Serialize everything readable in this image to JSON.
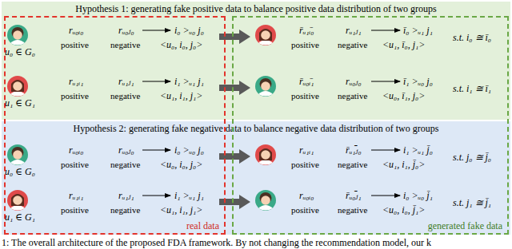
{
  "diagram": {
    "caption": "1: The overall architecture of the proposed FDA framework. By not changing the recommendation model, our k",
    "nodes": [
      {
        "text": [
          "Hypothesis 1: generating fake positive data to balance positive data distribution of two groups"
        ]
      },
      {
        "text": [
          "Hypothesis 2: generating fake negative data to balance negative data distribution of two groups"
        ]
      },
      {
        "text": [
          "real data"
        ]
      },
      {
        "text": [
          "generated fake data"
        ]
      }
    ],
    "labels": [
      "u₀ ∈ G₀",
      "rᵤ₀ᵢ₀",
      "positive",
      "rᵤ₀ⱼ₀",
      "negative",
      "i₀ >ᵤ₀ j₀",
      "<u₀, i₀, j₀>",
      "r̄ᵤ₁ᵢ̄₀",
      "positive",
      "rᵤ₁ⱼ₁",
      "negative",
      "ī₀ >ᵤ₁ j₁",
      "<u₁, ī₀, j₁>",
      "s.t. i₀ ≅ ī₀",
      "u₁ ∈ G₁",
      "rᵤ₁ᵢ₁",
      "positive",
      "rᵤ₁ⱼ₁",
      "negative",
      "i₁ >ᵤ₁ j₁",
      "<u₁, i₁, j₁>",
      "r̄ᵤ₀ᵢ̄₁",
      "positive",
      "rᵤ₀ⱼ₀",
      "negative",
      "ī₁ >ᵤ₀ j₀",
      "<u₀, ī₁, j₀>",
      "s.t. i₁ ≅ ī₁",
      "u₀ ∈ G₀",
      "rᵤ₀ᵢ₀",
      "positive",
      "rᵤ₀ⱼ₀",
      "negative",
      "i₀ >ᵤ₀ j₀",
      "<u₀, i₀, j₀>",
      "rᵤ₁ᵢ₁",
      "positive",
      "r̄ᵤ₁ⱼ̄₀",
      "negative",
      "i₁ >ᵤ₁ j̄₀",
      "<u₁, i₁, j̄₀>",
      "s.t. j₀ ≅ j̄₀",
      "u₁ ∈ G₁",
      "rᵤ₁ᵢ₁",
      "positive",
      "rᵤ₁ⱼ₁",
      "negative",
      "i₁ >ᵤ₁ j₁",
      "<u₁, i₁, j₁>",
      "rᵤ₀ᵢ₀",
      "positive",
      "r̄ᵤ₀ⱼ̄₁",
      "negative",
      "i₀ >ᵤ₀ j̄₁",
      "<u₀, i₀, j̄₁>",
      "s.t. j₁ ≅ j̄₁"
    ]
  }
}
